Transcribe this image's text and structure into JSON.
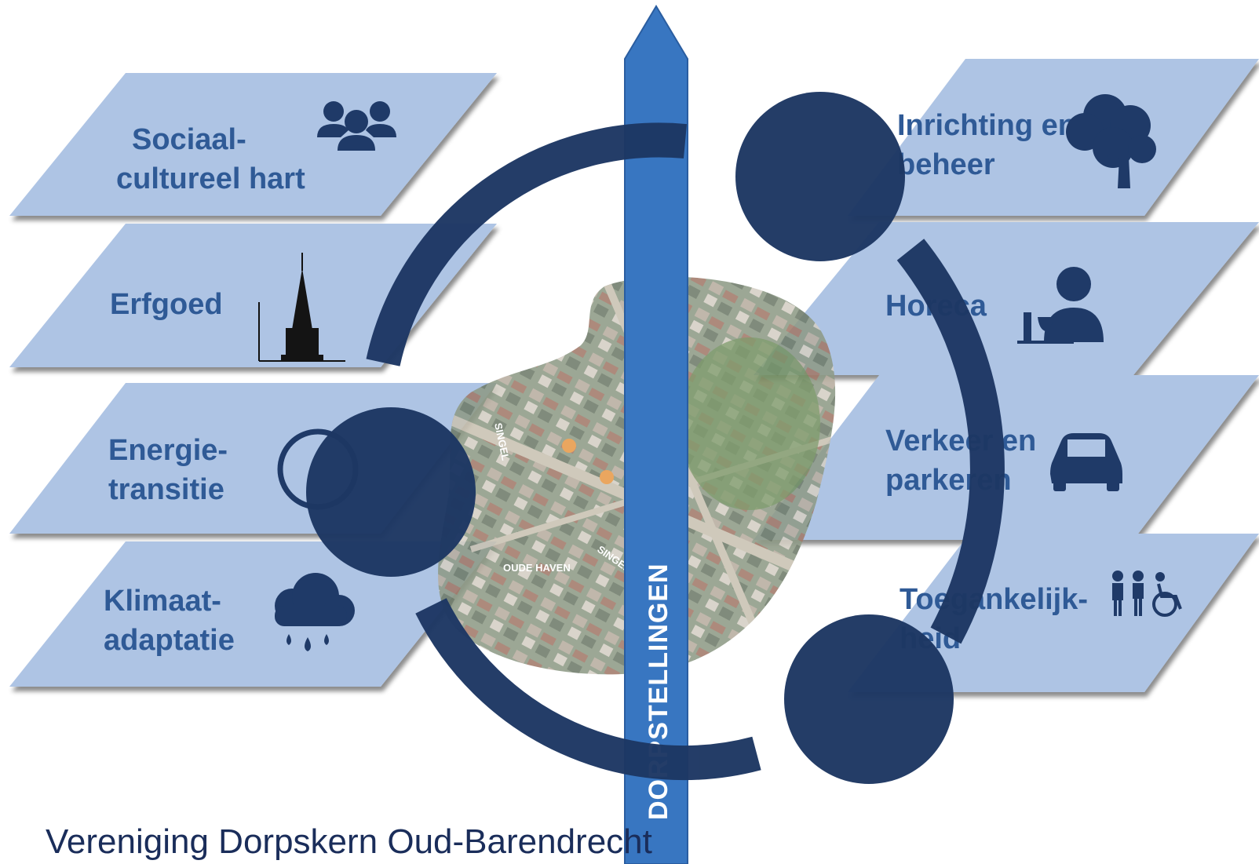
{
  "left_tiles": [
    {
      "line1": "Sociaal-",
      "line2": "cultureel hart",
      "icon": "people-group-icon"
    },
    {
      "line1": "Erfgoed",
      "line2": "",
      "icon": "church-tower-icon"
    },
    {
      "line1": "Energie-",
      "line2": "transitie",
      "icon": "energy-icon"
    },
    {
      "line1": "Klimaat-",
      "line2": "adaptatie",
      "icon": "rain-cloud-icon"
    }
  ],
  "right_tiles": [
    {
      "line1": "Inrichting en",
      "line2": "beheer",
      "icon": "tree-icon"
    },
    {
      "line1": "Horeca",
      "line2": "",
      "icon": "waiter-icon"
    },
    {
      "line1": "Verkeer en",
      "line2": "parkeren",
      "icon": "car-icon"
    },
    {
      "line1": "Toegankelijk-",
      "line2": "heid",
      "icon": "accessibility-icon"
    }
  ],
  "map_labels": {
    "singel_1": "SINGEL",
    "singel_2": "SINGEL",
    "oude_haven": "OUDE HAVEN"
  },
  "axis_label": "DORPSTELLINGEN",
  "footer": "Vereniging Dorpskern Oud-Barendrecht",
  "colors": {
    "tile": "#aec4e4",
    "tile_text": "#2f5a96",
    "ring": "#1d3763",
    "arrow": "#3876c1"
  }
}
